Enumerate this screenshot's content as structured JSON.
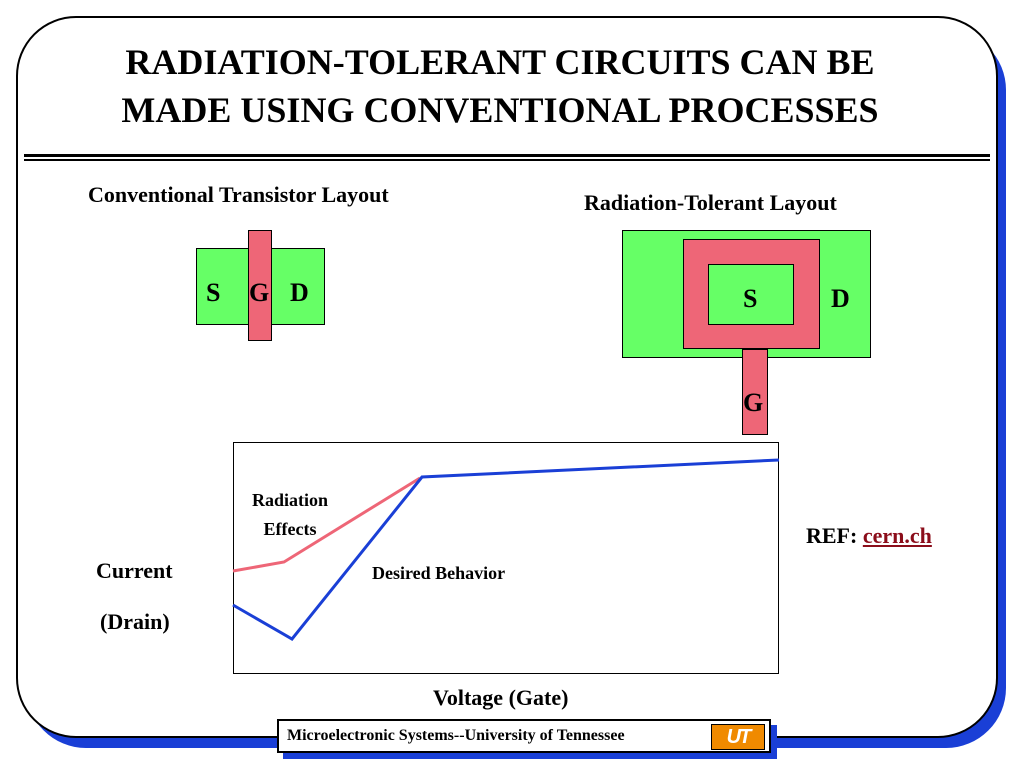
{
  "slide": {
    "title_line1": "RADIATION-TOLERANT CIRCUITS CAN BE",
    "title_line2": "MADE USING CONVENTIONAL PROCESSES"
  },
  "conventional": {
    "heading": "Conventional Transistor Layout",
    "source": "S",
    "gate": "G",
    "drain": "D"
  },
  "tolerant": {
    "heading": "Radiation-Tolerant Layout",
    "source": "S",
    "drain": "D",
    "gate": "G"
  },
  "graph": {
    "ylabel_line1": "Current",
    "ylabel_line2": "(Drain)",
    "xlabel": "Voltage (Gate)",
    "annotation_radiation_line1": "Radiation",
    "annotation_radiation_line2": "Effects",
    "annotation_desired": "Desired Behavior",
    "colors": {
      "radiation": "#ee6677",
      "desired": "#1a3fd6"
    }
  },
  "reference": {
    "prefix": "REF:",
    "link_text": "cern.ch"
  },
  "footer": {
    "text": "Microelectronic Systems--University of Tennessee",
    "logo_text": "UT"
  }
}
